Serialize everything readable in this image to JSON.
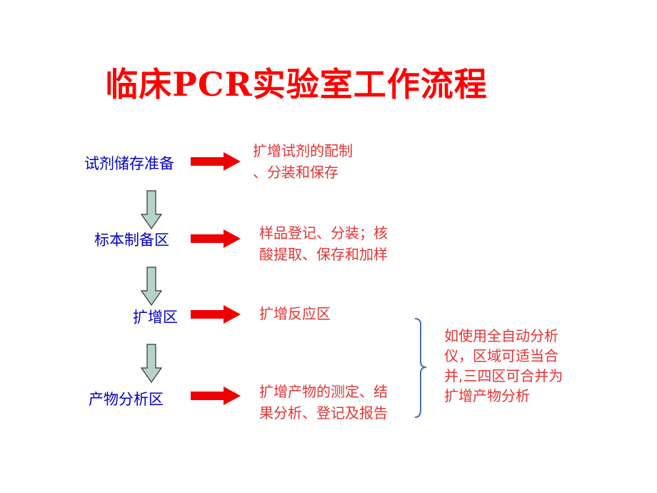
{
  "title": "临床PCR实验室工作流程",
  "stages": [
    {
      "label": "试剂储存准备",
      "desc": "扩增试剂的配制\n、分装和保存"
    },
    {
      "label": "标本制备区",
      "desc": "样品登记、分装；核\n酸提取、保存和加样"
    },
    {
      "label": "扩增区",
      "desc": "扩增反应区"
    },
    {
      "label": "产物分析区",
      "desc": "扩增产物的测定、结\n果分析、登记及报告"
    }
  ],
  "note": "如使用全自动分析\n仪，区域可适当合\n并,三四区可合并为\n扩增产物分析",
  "colors": {
    "title": "#ff0000",
    "stage": "#0000cc",
    "desc": "#e53333",
    "arrow": "#ee0000",
    "down_arrow_fill": "#b7d3c8"
  }
}
